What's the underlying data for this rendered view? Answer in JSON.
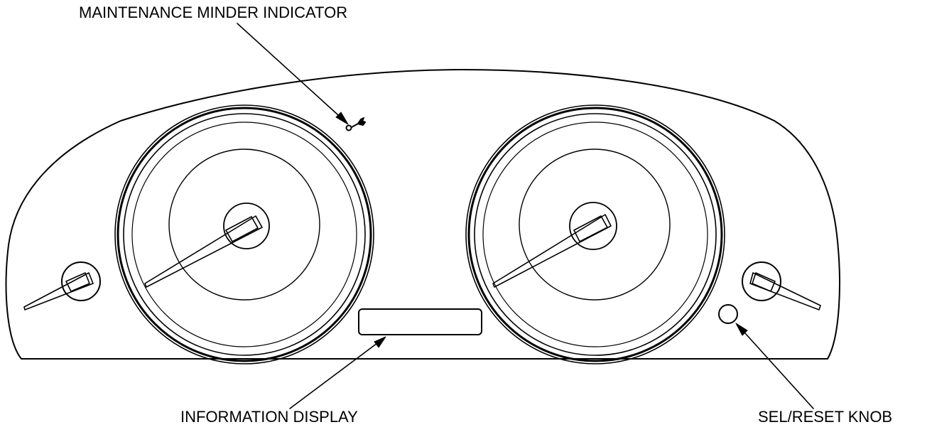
{
  "diagram": {
    "labels": {
      "maintenance_minder_indicator": "MAINTENANCE MINDER INDICATOR",
      "information_display": "INFORMATION DISPLAY",
      "sel_reset_knob": "SEL/RESET KNOB"
    },
    "icons": {
      "maintenance_minder": "wrench-icon",
      "knob": "sel-reset-knob"
    },
    "colors": {
      "line": "#000000",
      "background": "#ffffff"
    }
  }
}
